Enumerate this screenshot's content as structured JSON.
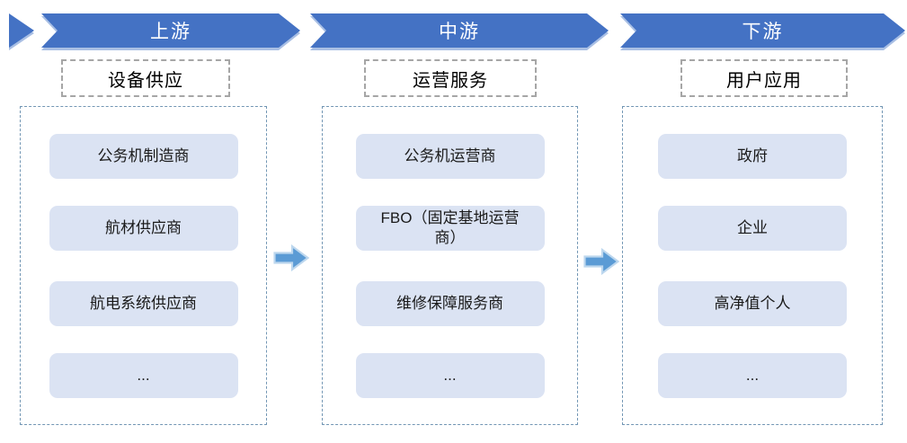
{
  "diagram_title": "business-jet-industry-chain",
  "columns": [
    {
      "stage": "上游",
      "category": "设备供应",
      "items": [
        "公务机制造商",
        "航材供应商",
        "航电系统供应商",
        "..."
      ]
    },
    {
      "stage": "中游",
      "category": "运营服务",
      "items": [
        "公务机运营商",
        "FBO（固定基地运营商）",
        "维修保障服务商",
        "..."
      ]
    },
    {
      "stage": "下游",
      "category": "用户应用",
      "items": [
        "政府",
        "企业",
        "高净值个人",
        "..."
      ]
    }
  ],
  "colors": {
    "banner": "#4472C4",
    "banner_edge": "#A9BFE4",
    "item_fill": "#DBE3F3",
    "container_dash": "#7296B4",
    "label_dash": "#A6A6A6",
    "arrow_fill": "#5B9BD5",
    "arrow_stroke": "#BDD7EE"
  }
}
